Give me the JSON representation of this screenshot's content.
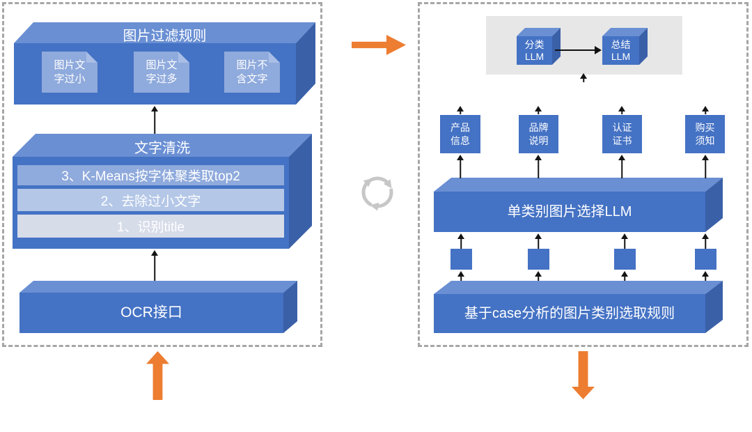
{
  "colors": {
    "box_front": "#4472C4",
    "box_top": "#6A8FD3",
    "box_side": "#3A60A8",
    "chip_light": "#8FAADC",
    "step2_fill": "#B4C7E7",
    "step1_fill": "#D7DCE9",
    "gray_panel": "#E7E7E7",
    "orange_arrow": "#ED7D31",
    "dashed_border": "#A6A6A6",
    "cycle_icon_gray": "#C7C7C7",
    "connector_black": "#141414"
  },
  "left_panel": {
    "filter_box": {
      "title": "图片过滤规则",
      "chips": [
        {
          "label": "图片文字过小"
        },
        {
          "label": "图片文字过多"
        },
        {
          "label": "图片不含文字"
        }
      ]
    },
    "clean_box": {
      "title": "文字清洗",
      "steps": [
        "3、K-Means按字体聚类取top2",
        "2、去除过小文字",
        "1、识别title"
      ]
    },
    "ocr_box": {
      "title": "OCR接口"
    }
  },
  "right_panel": {
    "pipeline": {
      "nodes": [
        {
          "label": "分类LLM"
        },
        {
          "label": "总结LLM"
        }
      ]
    },
    "categories": [
      "产品信息",
      "品牌说明",
      "认证证书",
      "购买须知"
    ],
    "select_box": {
      "title": "单类别图片选择LLM"
    },
    "rule_box": {
      "title": "基于case分析的图片类别选取规则"
    }
  },
  "icons": {
    "flow_right_arrow": "orange-block-arrow-right",
    "input_arrow": "orange-block-arrow-up",
    "output_arrow": "orange-block-arrow-down",
    "iterate_cycle": "gray-circular-arrows",
    "pipeline_arrow": "black-arrow-right",
    "connectors": "black-up-arrow-connector"
  }
}
